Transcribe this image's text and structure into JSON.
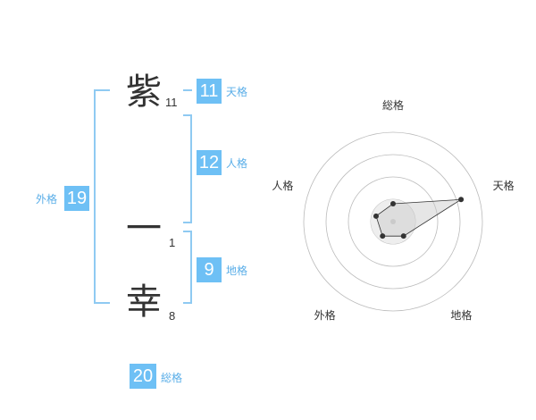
{
  "name": {
    "chars": [
      {
        "char": "紫",
        "strokes": "11"
      },
      {
        "char": "一",
        "strokes": "1"
      },
      {
        "char": "幸",
        "strokes": "8"
      }
    ]
  },
  "fortune": {
    "tenkaku": {
      "value": "11",
      "label": "天格"
    },
    "jinkaku": {
      "value": "12",
      "label": "人格"
    },
    "chikaku": {
      "value": "9",
      "label": "地格"
    },
    "gaikaku": {
      "value": "19",
      "label": "外格"
    },
    "soukaku": {
      "value": "20",
      "label": "総格"
    }
  },
  "chart_data": {
    "type": "radar",
    "axes": [
      "総格",
      "天格",
      "地格",
      "外格",
      "人格"
    ],
    "values": [
      1,
      4,
      1,
      1,
      1
    ],
    "max": 5,
    "rings": 4,
    "grid": true
  }
}
